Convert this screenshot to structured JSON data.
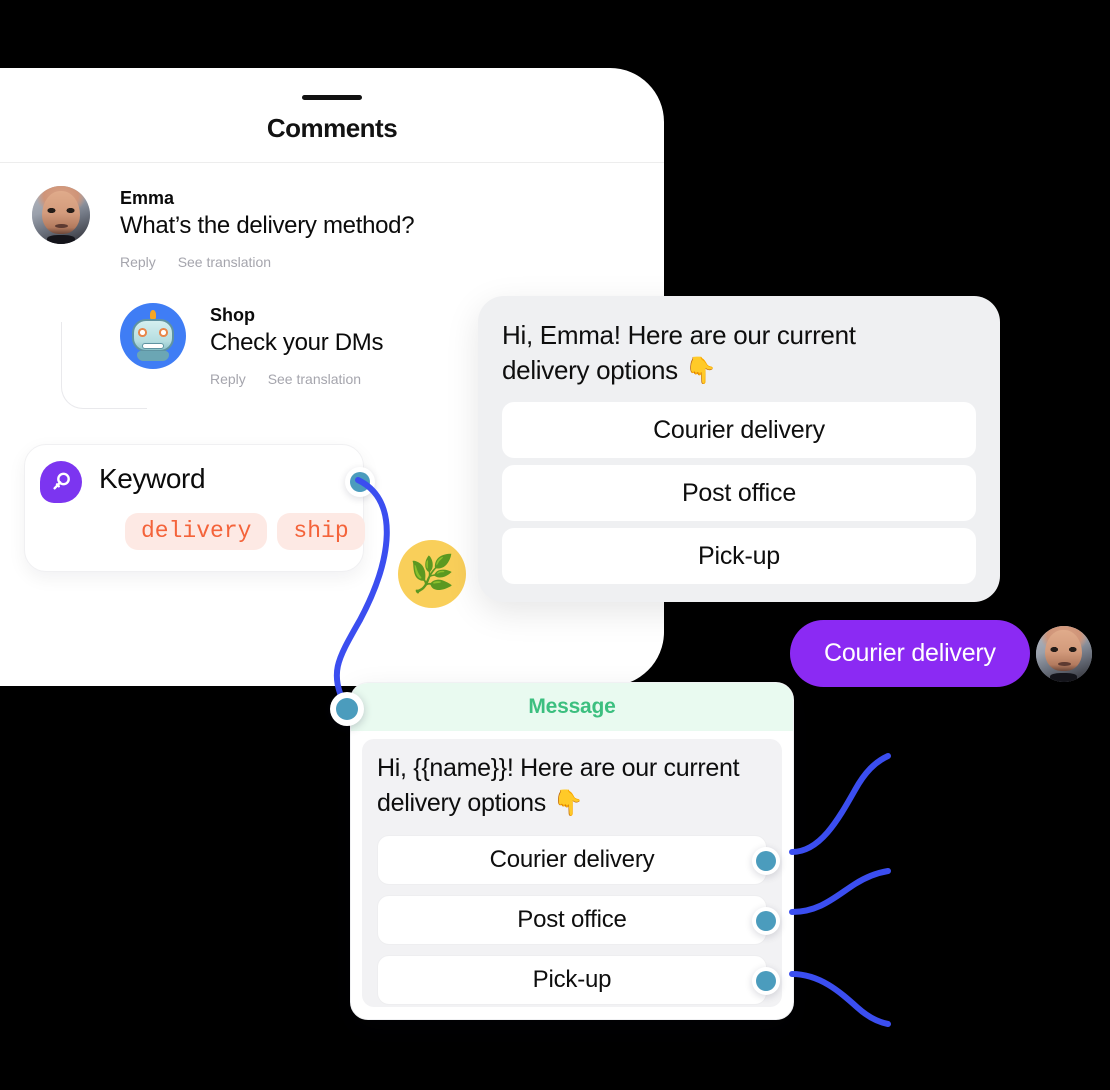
{
  "phone": {
    "sheet_title": "Comments",
    "drag_handle": "drag-handle"
  },
  "comments": [
    {
      "author": "Emma",
      "text": "What’s the delivery method?",
      "reply_label": "Reply",
      "translate_label": "See translation",
      "avatar": "emma-avatar"
    },
    {
      "author": "Shop",
      "text": "Check your DMs",
      "reply_label": "Reply",
      "translate_label": "See translation",
      "avatar": "shop-robot-avatar"
    }
  ],
  "keyword_card": {
    "title": "Keyword",
    "icon": "keyword-bubble-icon",
    "tags": [
      "delivery",
      "ship"
    ],
    "tag_text_color": "#f4633a",
    "tag_bg_color": "#fde9e4",
    "icon_color": "#7c35f0",
    "port_color": "#4b9cbd"
  },
  "plant_badge": {
    "emoji": "🌿",
    "bg_color": "#F9CF5A"
  },
  "chat_bubble": {
    "text": "Hi, Emma! Here are our current delivery options 👇",
    "options": [
      "Courier delivery",
      "Post office",
      "Pick-up"
    ],
    "bg_color": "#eff0f2"
  },
  "reply_pill": {
    "label": "Courier delivery",
    "bg_color": "#8b2af3",
    "text_color": "#ffffff",
    "avatar": "emma-avatar"
  },
  "message_card": {
    "header": "Message",
    "header_color": "#3CBF7F",
    "header_bg": "#E9FAF0",
    "text": "Hi, {{name}}! Here are our current delivery options 👇",
    "options": [
      "Courier delivery",
      "Post office",
      "Pick-up"
    ],
    "port_color": "#4b9cbd"
  },
  "connectors": {
    "color": "#3b4ef0",
    "width": 6,
    "count": 4
  }
}
